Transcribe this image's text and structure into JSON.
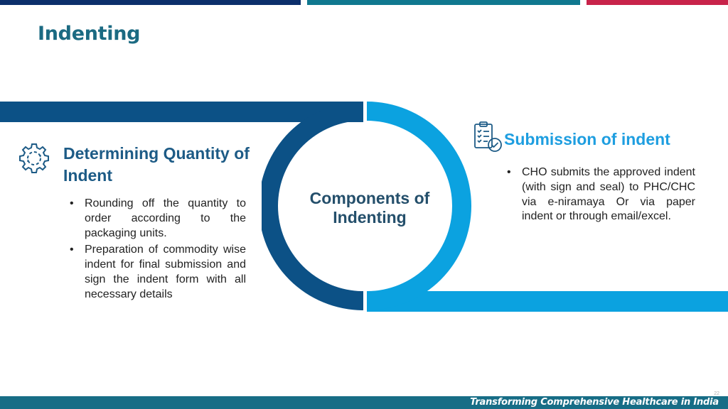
{
  "colors": {
    "top_bar_navy": "#0c2f6b",
    "top_bar_teal": "#10788f",
    "top_bar_red": "#c8234a",
    "dark_blue": "#0c5186",
    "light_blue": "#0ba2e0",
    "footer": "#176d86"
  },
  "slide": {
    "title": "Indenting",
    "center_title": "Components of Indenting",
    "page_number": "22"
  },
  "left_panel": {
    "icon": "gear-cycle-icon",
    "heading": "Determining Quantity of Indent",
    "bullets": [
      "Rounding off the quantity to order according to the packaging units.",
      "Preparation of commodity wise indent for final submission and sign the indent form with all necessary details"
    ]
  },
  "right_panel": {
    "icon": "clipboard-checklist-icon",
    "heading": "Submission of indent",
    "bullets": [
      "CHO submits the approved indent (with sign and seal) to PHC/CHC via e-niramaya Or via paper indent or through email/excel."
    ]
  },
  "footer": {
    "tagline": "Transforming Comprehensive Healthcare in India"
  }
}
